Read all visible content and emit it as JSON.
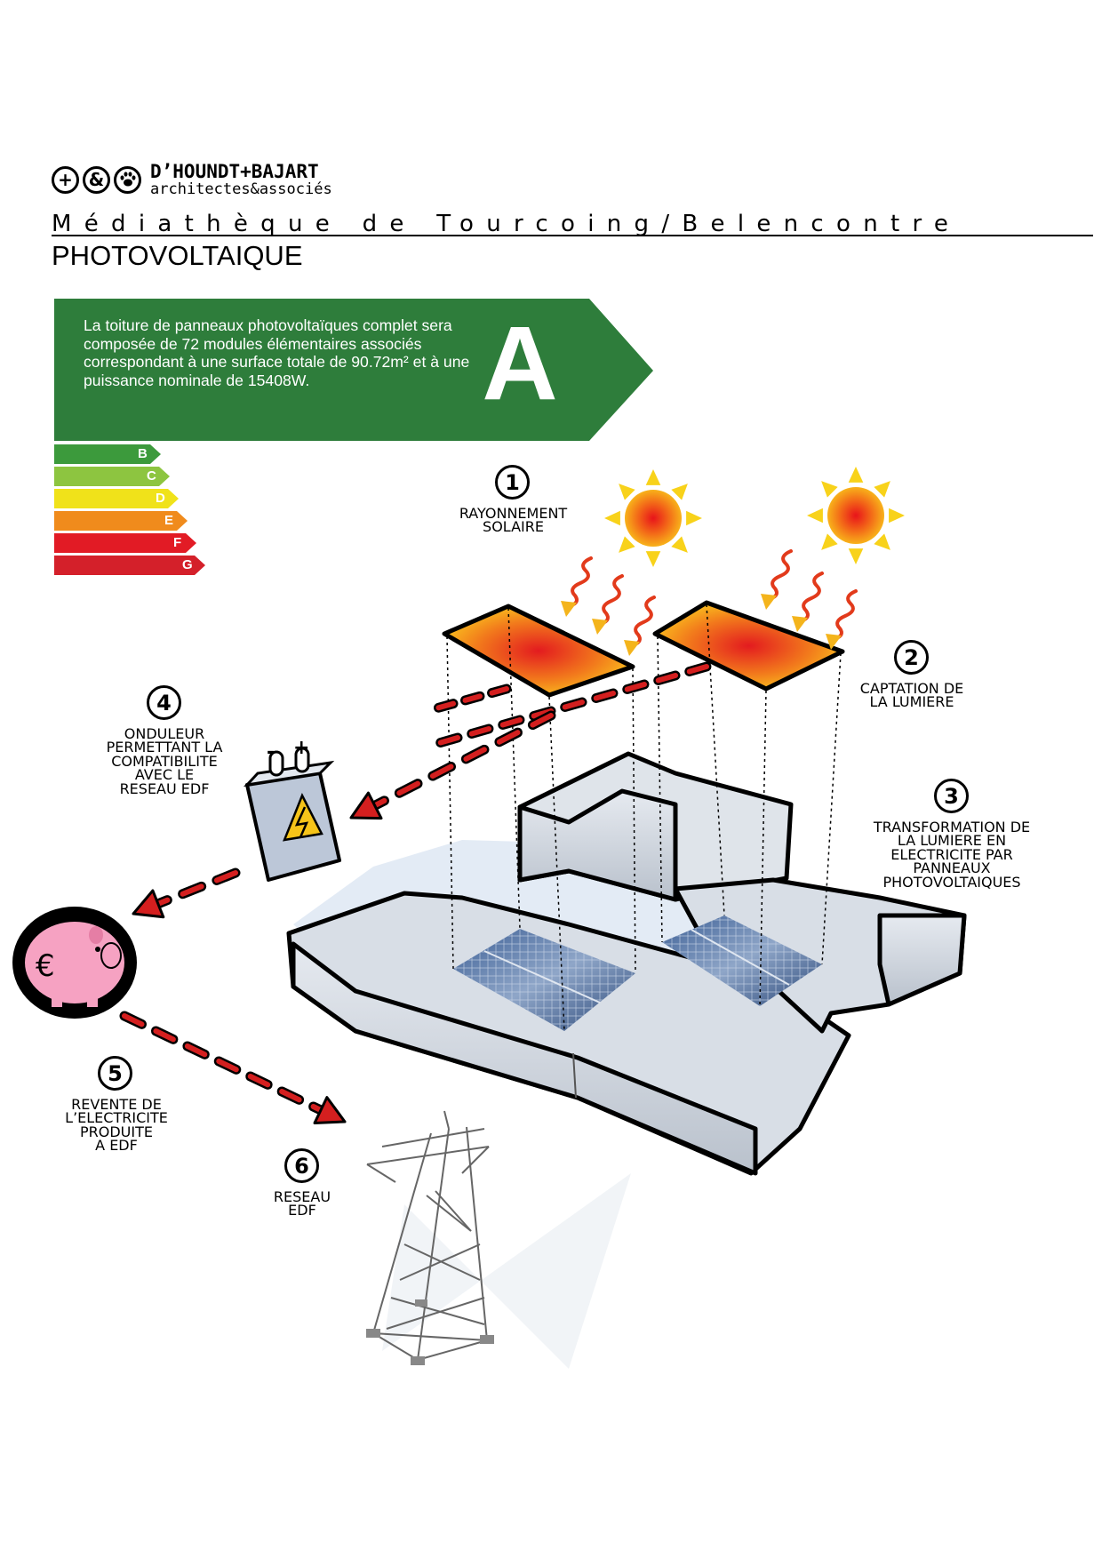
{
  "header": {
    "logo_symbols": [
      "+",
      "&",
      "paw"
    ],
    "firm_name": "D’HOUNDT+BAJART",
    "firm_subtitle": "architectes&associés",
    "project_title": "Médiathèque de Tourcoing/Belencontre",
    "page_title": "PHOTOVOLTAIQUE"
  },
  "energy_label": {
    "description": "La toiture de panneaux photovoltaïques complet sera composée de 72 modules élémentaires associés correspondant à une surface totale de 90.72m² et à une puissance nominale de 15408W.",
    "grade": "A",
    "grade_color": "#2e7d3b",
    "classes": [
      {
        "letter": "B",
        "color": "#3c9a3c"
      },
      {
        "letter": "C",
        "color": "#8dc540"
      },
      {
        "letter": "D",
        "color": "#f0e21a"
      },
      {
        "letter": "E",
        "color": "#f08b1c"
      },
      {
        "letter": "F",
        "color": "#e21b25"
      },
      {
        "letter": "G",
        "color": "#d4202a"
      }
    ]
  },
  "steps": [
    {
      "number": "1",
      "label": "RAYONNEMENT\nSOLAIRE"
    },
    {
      "number": "2",
      "label": "CAPTATION DE\nLA LUMIERE"
    },
    {
      "number": "3",
      "label": "TRANSFORMATION DE\nLA LUMIERE EN\nELECTRICITE PAR\nPANNEAUX\nPHOTOVOLTAIQUES"
    },
    {
      "number": "4",
      "label": "ONDULEUR\nPERMETTANT LA\nCOMPATIBILITE\nAVEC LE\nRESEAU EDF"
    },
    {
      "number": "5",
      "label": "REVENTE DE\nL’ELECTRICITE\nPRODUITE\nA EDF"
    },
    {
      "number": "6",
      "label": "RESEAU\nEDF"
    }
  ],
  "illustrations": {
    "suns": "sun-icon",
    "battery_symbols": [
      "-",
      "+"
    ],
    "piggy_bank_symbol": "€",
    "arrow_color": "#d41f1f",
    "panel_heat_color": "#f4a41c"
  }
}
